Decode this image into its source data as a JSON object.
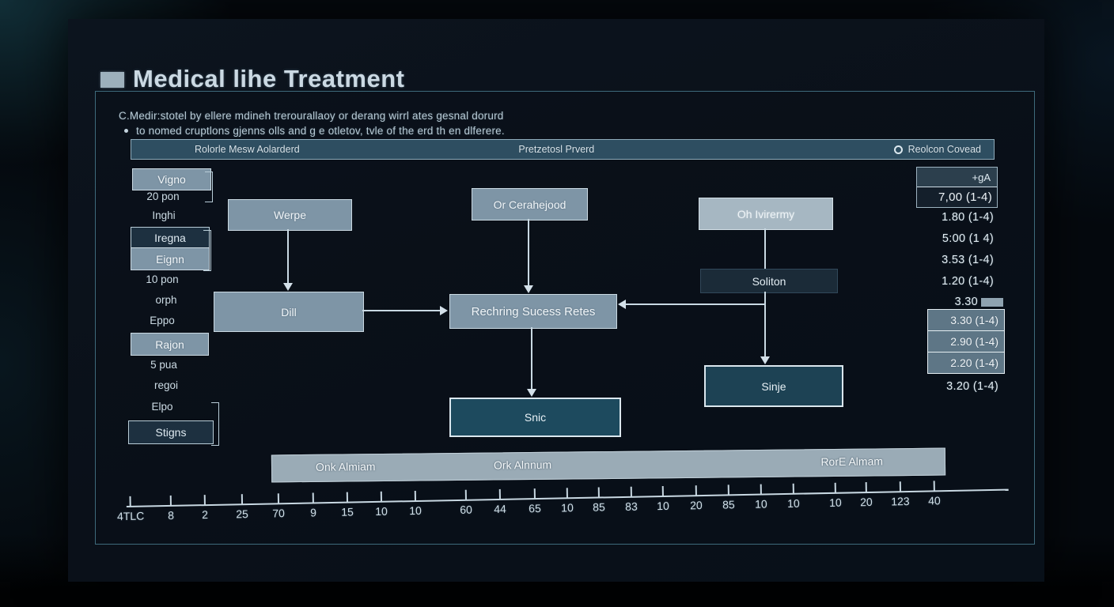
{
  "window": {
    "title": "Medical lihe Treatment"
  },
  "description": {
    "line1": "C.Medir:stotel by ellere mdineh trerourallaoy or derang wirrl ates gesnal dorurd",
    "line2": "to nomed cruptlons gjenns olls and g e otletov, tvle of the erd th en dlferere."
  },
  "header_bar": {
    "left": "Rolorle Mesw Aolarderd",
    "center": "Pretzetosl Prverd",
    "right": "Reolcon Covead"
  },
  "left_column": {
    "items": [
      {
        "label": "Vigno",
        "style": "box-light"
      },
      {
        "label": "20 pon",
        "style": "text"
      },
      {
        "label": "Inghi",
        "style": "text"
      },
      {
        "label": "Iregna",
        "style": "box-dark"
      },
      {
        "label": "Eignn",
        "style": "box-light"
      },
      {
        "label": "10 pon",
        "style": "text"
      },
      {
        "label": "orph",
        "style": "text"
      },
      {
        "label": "Eppo",
        "style": "text"
      },
      {
        "label": "Rajon",
        "style": "box-light"
      },
      {
        "label": "5 pua",
        "style": "text"
      },
      {
        "label": "regoi",
        "style": "text"
      },
      {
        "label": "Elpo",
        "style": "text"
      },
      {
        "label": "Stigns",
        "style": "box-dark"
      }
    ]
  },
  "flowchart": {
    "nodes": [
      {
        "id": "werpe",
        "label": "Werpe"
      },
      {
        "id": "or-cerahejood",
        "label": "Or Cerahejood"
      },
      {
        "id": "oh-ivirermy",
        "label": "Oh Ivirermy"
      },
      {
        "id": "dill",
        "label": "Dill"
      },
      {
        "id": "rechring",
        "label": "Rechring Sucess Retes"
      },
      {
        "id": "soliton",
        "label": "Soliton"
      },
      {
        "id": "sinje",
        "label": "Sinje"
      },
      {
        "id": "snic",
        "label": "Snic"
      }
    ]
  },
  "right_column": {
    "header": "+gA",
    "rows": [
      "7,00 (1-4)",
      "1.80 (1-4)",
      "5:00 (1 4)",
      "3.53 (1-4)",
      "1.20 (1-4)",
      "3.30",
      "3.30 (1-4)",
      "2.90 (1-4)",
      "2.20 (1-4)",
      "3.20 (1-4)"
    ]
  },
  "bottom_bar": {
    "left": "Onk Almiam",
    "center": "Ork Alnnum",
    "right": "RorE Almam"
  },
  "axis": {
    "ticks": [
      "4TLC",
      "8",
      "2",
      "25",
      "70",
      "9",
      "15",
      "10",
      "10",
      "60",
      "44",
      "65",
      "10",
      "85",
      "83",
      "10",
      "20",
      "85",
      "10",
      "10",
      "10",
      "20",
      "123",
      "40"
    ]
  },
  "colors": {
    "background": "#0b131d",
    "frame_border": "#3e6a7b",
    "light_box": "#7e95a6",
    "dark_box": "#1d3040",
    "teal_box": "#1d4a5e",
    "header_fill": "#2e4e61",
    "bottom_bar_fill": "#9aabb6",
    "line": "#cfdde6"
  }
}
